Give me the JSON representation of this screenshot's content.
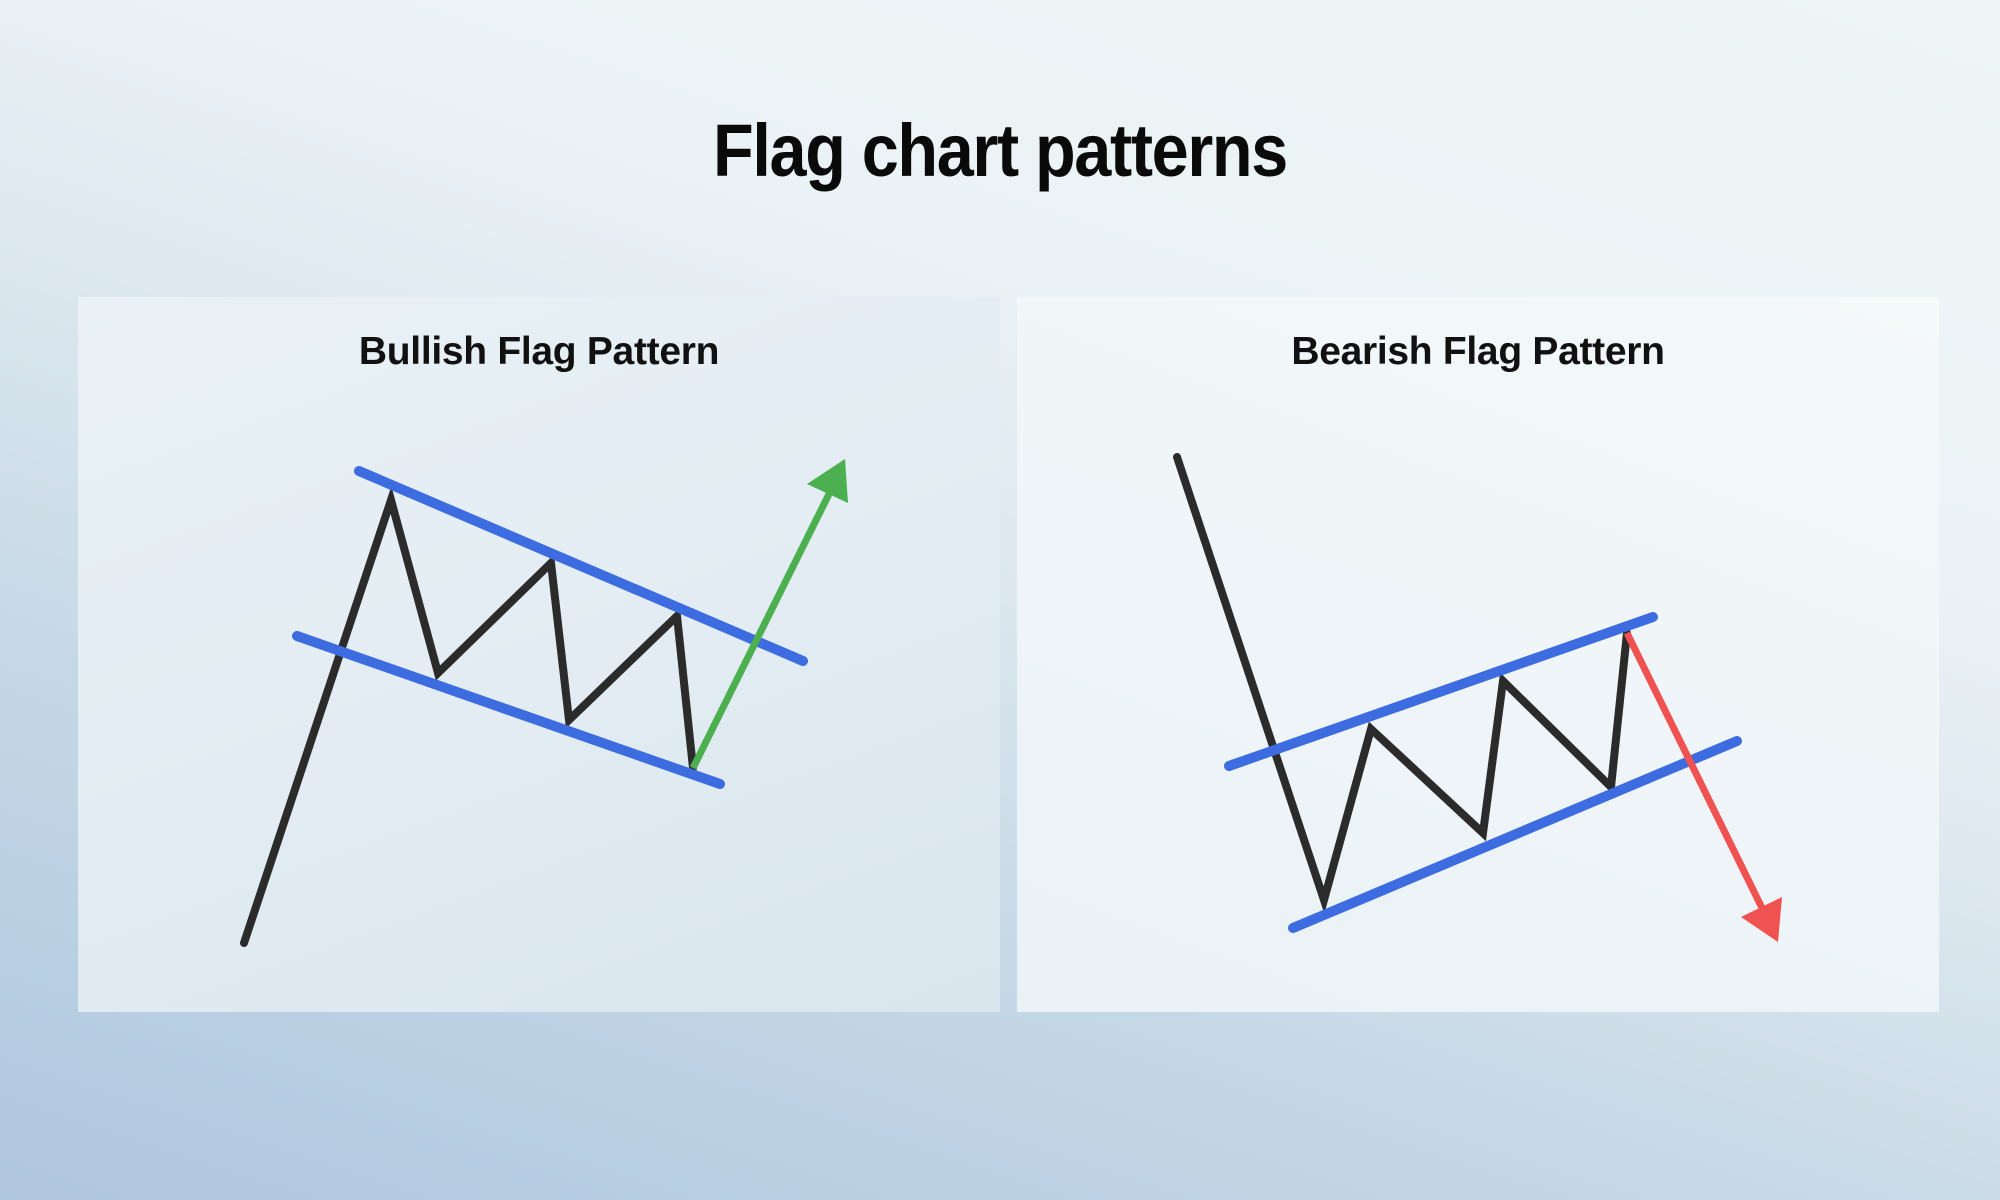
{
  "title": "Flag chart patterns",
  "colors": {
    "price_line": "#2b2b2b",
    "trend_line": "#3d6ce0",
    "bullish_arrow": "#4caf50",
    "bearish_arrow": "#f05252"
  },
  "panels": [
    {
      "title": "Bullish Flag Pattern",
      "pattern": "bullish",
      "price_path": [
        [
          244,
          943
        ],
        [
          391,
          500
        ],
        [
          438,
          673
        ],
        [
          551,
          563
        ],
        [
          569,
          720
        ],
        [
          677,
          616
        ],
        [
          693,
          768
        ]
      ],
      "upper_channel": [
        [
          359,
          471
        ],
        [
          803,
          661
        ]
      ],
      "lower_channel": [
        [
          297,
          636
        ],
        [
          720,
          784
        ]
      ],
      "breakout_arrow": {
        "direction": "up",
        "shaft": [
          [
            693,
            768
          ],
          [
            829,
            494
          ]
        ],
        "head": [
          [
            845,
            459
          ],
          [
            807,
            484
          ],
          [
            848,
            503
          ]
        ]
      }
    },
    {
      "title": "Bearish Flag Pattern",
      "pattern": "bearish",
      "price_path": [
        [
          1177,
          457
        ],
        [
          1324,
          900
        ],
        [
          1371,
          729
        ],
        [
          1483,
          833
        ],
        [
          1503,
          681
        ],
        [
          1611,
          787
        ],
        [
          1627,
          633
        ]
      ],
      "upper_channel": [
        [
          1229,
          766
        ],
        [
          1653,
          617
        ]
      ],
      "lower_channel": [
        [
          1293,
          928
        ],
        [
          1737,
          741
        ]
      ],
      "breakout_arrow": {
        "direction": "down",
        "shaft": [
          [
            1627,
            633
          ],
          [
            1763,
            910
          ]
        ],
        "head": [
          [
            1778,
            942
          ],
          [
            1741,
            917
          ],
          [
            1782,
            897
          ]
        ]
      }
    }
  ],
  "chart_data": [
    {
      "type": "line",
      "title": "Bullish Flag Pattern",
      "description": "Sharp rise (flagpole), then a downward-sloping parallel channel (flag) with price oscillating between lines, followed by an upward breakout arrow.",
      "series": [
        {
          "name": "price",
          "points": [
            [
              244,
              943
            ],
            [
              391,
              500
            ],
            [
              438,
              673
            ],
            [
              551,
              563
            ],
            [
              569,
              720
            ],
            [
              677,
              616
            ],
            [
              693,
              768
            ]
          ]
        },
        {
          "name": "upper trendline",
          "points": [
            [
              359,
              471
            ],
            [
              803,
              661
            ]
          ]
        },
        {
          "name": "lower trendline",
          "points": [
            [
              297,
              636
            ],
            [
              720,
              784
            ]
          ]
        },
        {
          "name": "breakout",
          "points": [
            [
              693,
              768
            ],
            [
              845,
              459
            ]
          ]
        }
      ],
      "xlabel": "",
      "ylabel": "",
      "grid": false,
      "legend": "none"
    },
    {
      "type": "line",
      "title": "Bearish Flag Pattern",
      "description": "Sharp fall (flagpole), then an upward-sloping parallel channel (flag) with price oscillating between lines, followed by a downward breakout arrow.",
      "series": [
        {
          "name": "price",
          "points": [
            [
              1177,
              457
            ],
            [
              1324,
              900
            ],
            [
              1371,
              729
            ],
            [
              1483,
              833
            ],
            [
              1503,
              681
            ],
            [
              1611,
              787
            ],
            [
              1627,
              633
            ]
          ]
        },
        {
          "name": "upper trendline",
          "points": [
            [
              1229,
              766
            ],
            [
              1653,
              617
            ]
          ]
        },
        {
          "name": "lower trendline",
          "points": [
            [
              1293,
              928
            ],
            [
              1737,
              741
            ]
          ]
        },
        {
          "name": "breakdown",
          "points": [
            [
              1627,
              633
            ],
            [
              1778,
              942
            ]
          ]
        }
      ],
      "xlabel": "",
      "ylabel": "",
      "grid": false,
      "legend": "none"
    }
  ]
}
